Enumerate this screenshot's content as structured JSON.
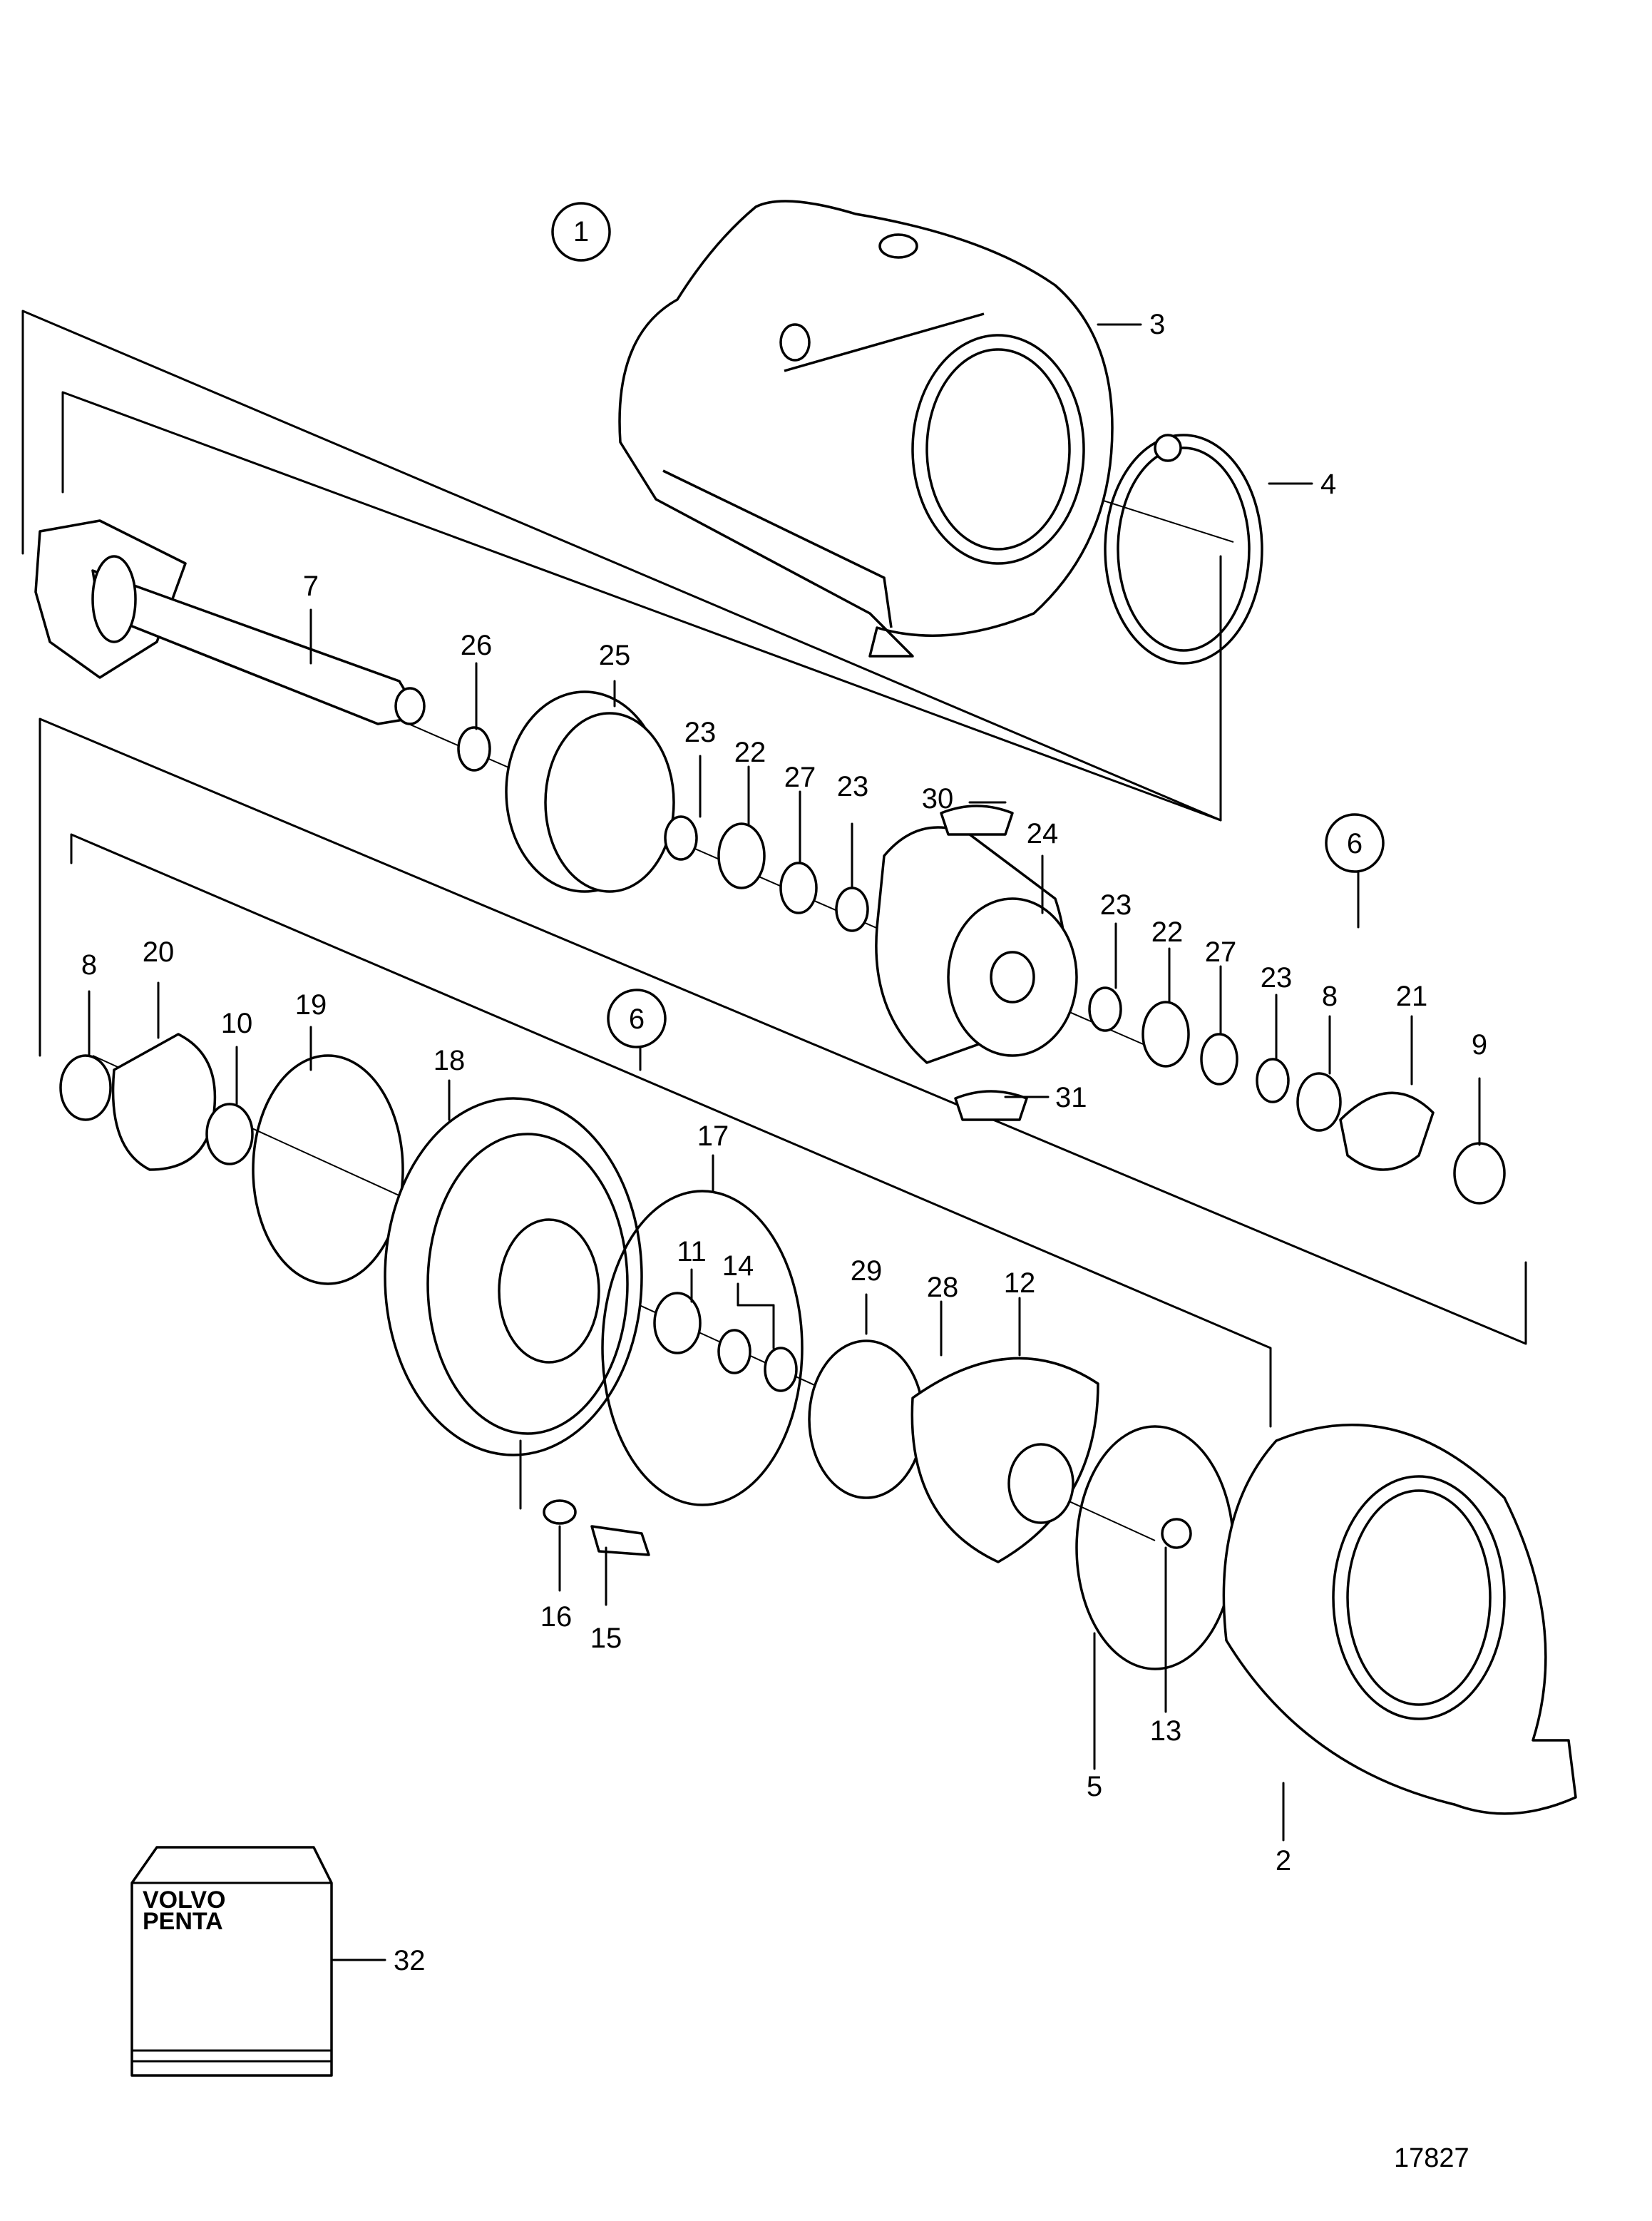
{
  "figure_number": "17827",
  "group_markers": {
    "assembly": "1",
    "kit": "6"
  },
  "callouts": {
    "p2": "2",
    "p3": "3",
    "p4": "4",
    "p5": "5",
    "p7": "7",
    "p8": "8",
    "p9": "9",
    "p10": "10",
    "p11": "11",
    "p12": "12",
    "p13": "13",
    "p14": "14",
    "p15": "15",
    "p16": "16",
    "p17": "17",
    "p18": "18",
    "p19": "19",
    "p20": "20",
    "p21": "21",
    "p22": "22",
    "p23": "23",
    "p24": "24",
    "p25": "25",
    "p26": "26",
    "p27": "27",
    "p28": "28",
    "p29": "29",
    "p30": "30",
    "p31": "31",
    "p32": "32"
  },
  "package": {
    "brand_line1": "VOLVO",
    "brand_line2": "PENTA"
  }
}
